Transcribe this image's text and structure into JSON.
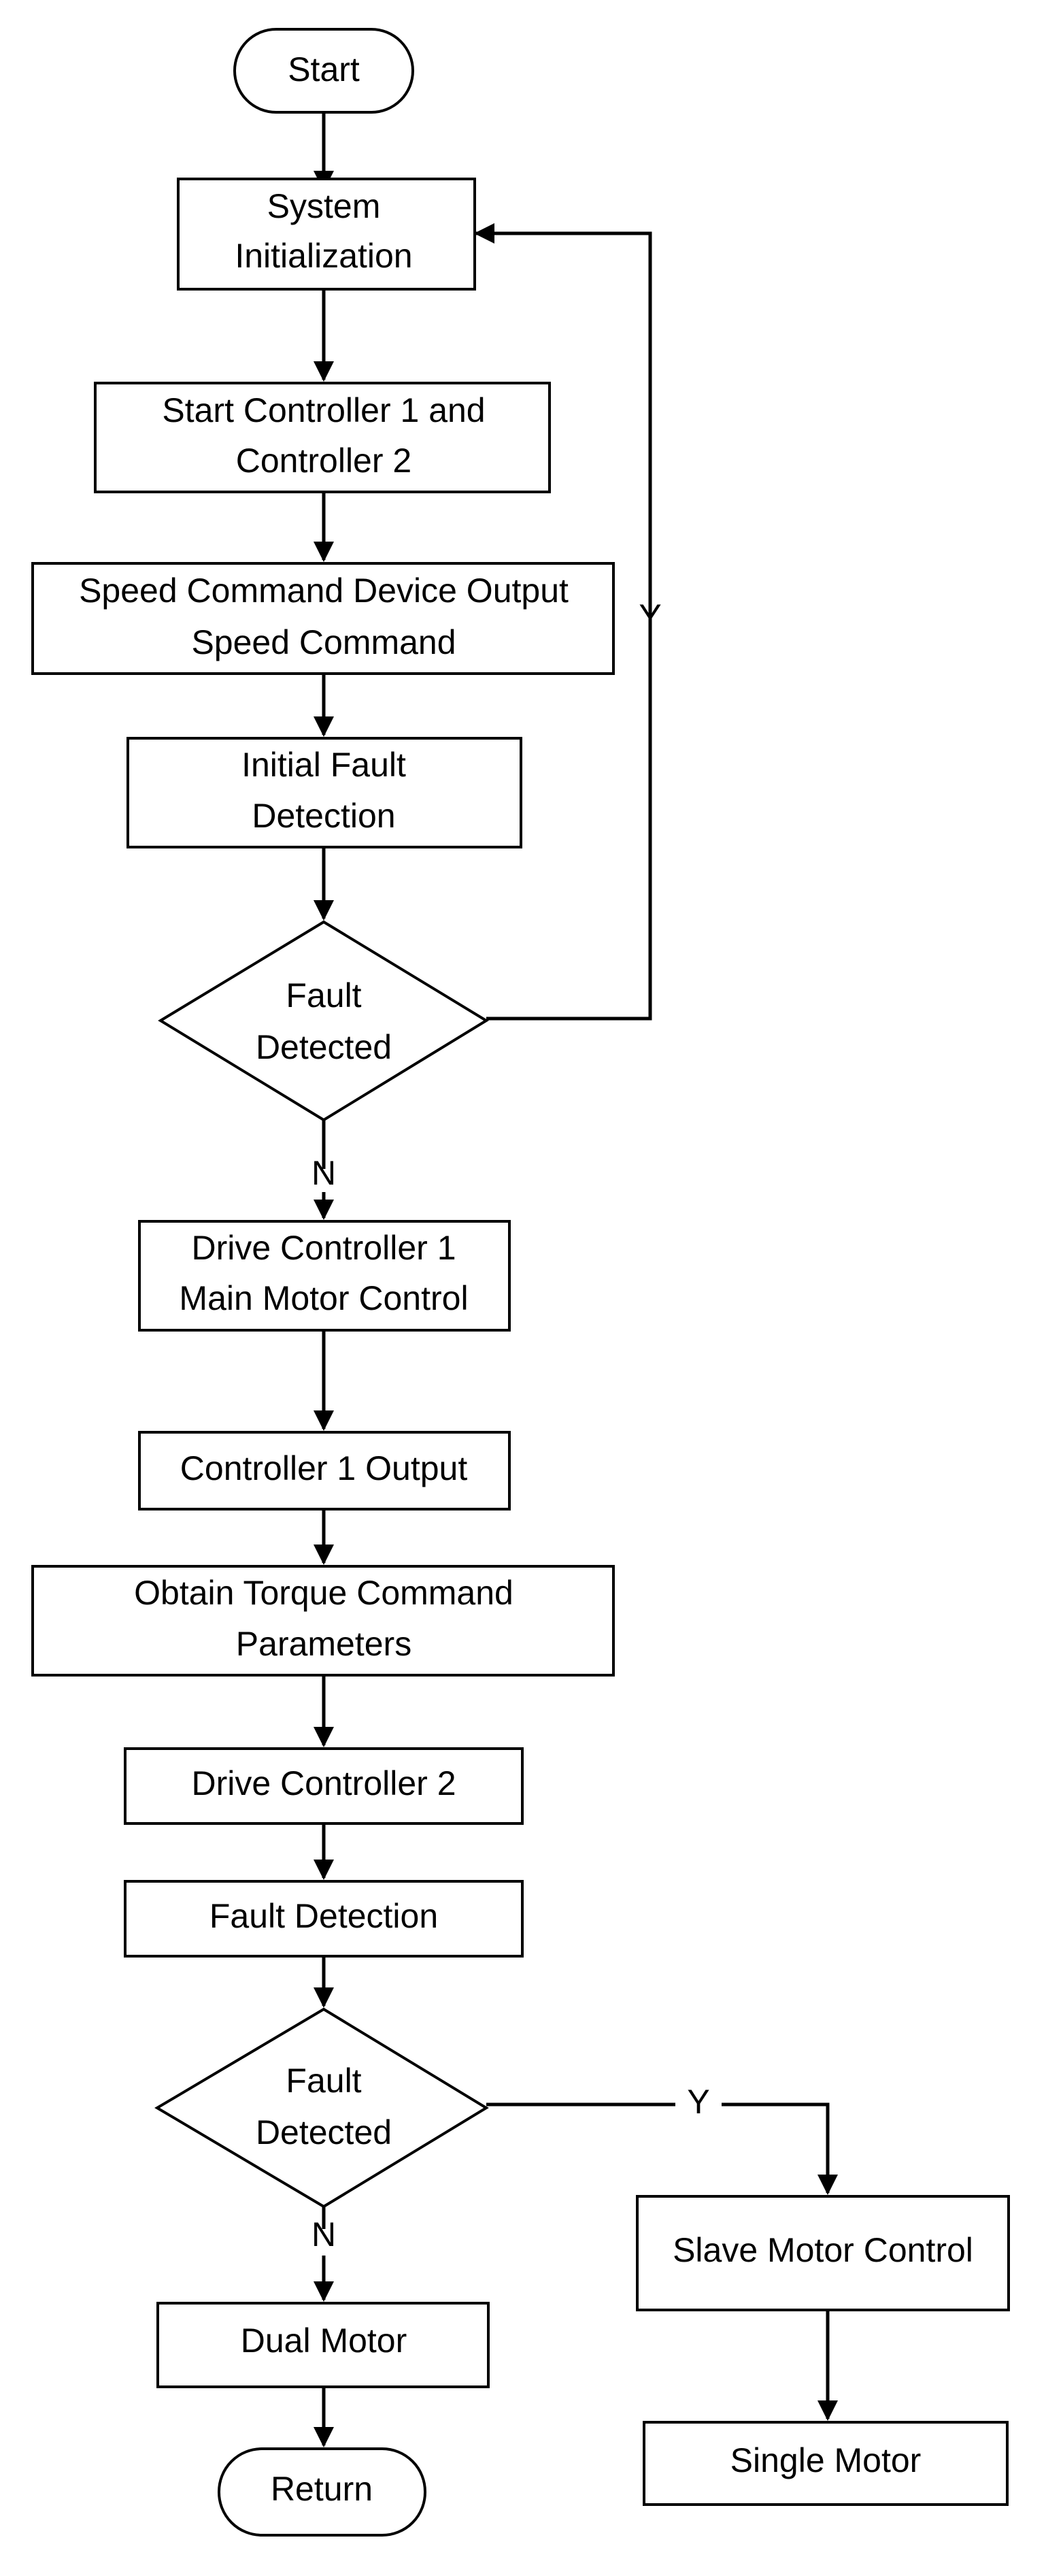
{
  "diagram": {
    "nodes": {
      "start": {
        "shape": "terminal",
        "lines": [
          "Start"
        ]
      },
      "system_init": {
        "shape": "process",
        "lines": [
          "System",
          "Initialization"
        ]
      },
      "start_controllers": {
        "shape": "process",
        "lines": [
          "Start Controller 1 and",
          "Controller 2"
        ]
      },
      "speed_command": {
        "shape": "process",
        "lines": [
          "Speed Command Device Output",
          "Speed Command"
        ]
      },
      "initial_fault_detection": {
        "shape": "process",
        "lines": [
          "Initial Fault",
          "Detection"
        ]
      },
      "fault_detected_1": {
        "shape": "decision",
        "lines": [
          "Fault",
          "Detected"
        ]
      },
      "drive_controller_1": {
        "shape": "process",
        "lines": [
          "Drive Controller 1",
          "Main Motor Control"
        ]
      },
      "controller_1_output": {
        "shape": "process",
        "lines": [
          "Controller 1 Output"
        ]
      },
      "torque_command": {
        "shape": "process",
        "lines": [
          "Obtain Torque Command",
          "Parameters"
        ]
      },
      "drive_controller_2": {
        "shape": "process",
        "lines": [
          "Drive Controller 2"
        ]
      },
      "fault_detection": {
        "shape": "process",
        "lines": [
          "Fault Detection"
        ]
      },
      "fault_detected_2": {
        "shape": "decision",
        "lines": [
          "Fault",
          "Detected"
        ]
      },
      "dual_motor": {
        "shape": "process",
        "lines": [
          "Dual Motor"
        ]
      },
      "return": {
        "shape": "terminal",
        "lines": [
          "Return"
        ]
      },
      "slave_motor_control": {
        "shape": "process",
        "lines": [
          "Slave Motor Control"
        ]
      },
      "single_motor": {
        "shape": "process",
        "lines": [
          "Single Motor"
        ]
      }
    },
    "edges": [
      {
        "from": "start",
        "to": "system_init",
        "label": ""
      },
      {
        "from": "system_init",
        "to": "start_controllers",
        "label": ""
      },
      {
        "from": "start_controllers",
        "to": "speed_command",
        "label": ""
      },
      {
        "from": "speed_command",
        "to": "initial_fault_detection",
        "label": ""
      },
      {
        "from": "initial_fault_detection",
        "to": "fault_detected_1",
        "label": ""
      },
      {
        "from": "fault_detected_1",
        "to": "system_init",
        "label": "Y"
      },
      {
        "from": "fault_detected_1",
        "to": "drive_controller_1",
        "label": "N"
      },
      {
        "from": "drive_controller_1",
        "to": "controller_1_output",
        "label": ""
      },
      {
        "from": "controller_1_output",
        "to": "torque_command",
        "label": ""
      },
      {
        "from": "torque_command",
        "to": "drive_controller_2",
        "label": ""
      },
      {
        "from": "drive_controller_2",
        "to": "fault_detection",
        "label": ""
      },
      {
        "from": "fault_detection",
        "to": "fault_detected_2",
        "label": ""
      },
      {
        "from": "fault_detected_2",
        "to": "dual_motor",
        "label": "N"
      },
      {
        "from": "fault_detected_2",
        "to": "slave_motor_control",
        "label": "Y"
      },
      {
        "from": "dual_motor",
        "to": "return",
        "label": ""
      },
      {
        "from": "slave_motor_control",
        "to": "single_motor",
        "label": ""
      }
    ]
  }
}
